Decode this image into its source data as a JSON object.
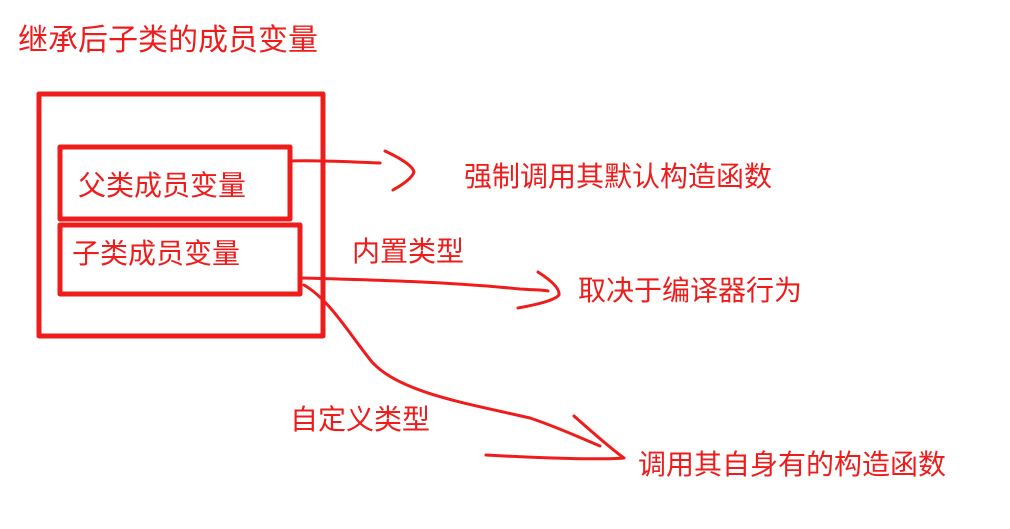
{
  "title": "继承后子类的成员变量",
  "boxes": {
    "parent_members": "父类成员变量",
    "child_members": "子类成员变量"
  },
  "categories": {
    "builtin": "内置类型",
    "custom": "自定义类型"
  },
  "outcomes": {
    "forced_default_ctor": "强制调用其默认构造函数",
    "compiler_dependent": "取决于编译器行为",
    "own_ctor": "调用其自身有的构造函数"
  },
  "colors": {
    "ink": "#ef1c1c"
  }
}
